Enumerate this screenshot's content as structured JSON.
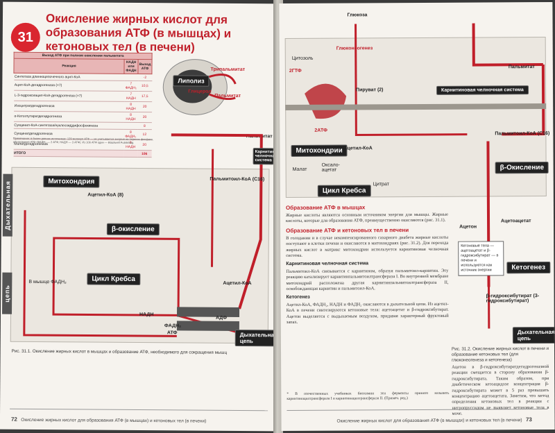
{
  "left": {
    "chapter_number": "31",
    "title": "Окисление жирных кислот для образования АТФ (в мышцах) и кетоновых тел (в печени)",
    "table": {
      "caption": "Выход АТФ при полном окислении пальмитата",
      "headers": [
        "Реакция",
        "НАДН или ФАДН",
        "Выход АТФ"
      ],
      "rows": [
        [
          "Синтетаза длинноцепочечного ацил-КоА",
          "",
          "-2"
        ],
        [
          "Ацил-КоА-дегидрогеназа (×7)",
          "7 ФАДН₂",
          "10,5"
        ],
        [
          "L-3-гидроксиацил-КоА-дегидрогеназа (×7)",
          "7 НАДН",
          "17,5"
        ],
        [
          "Изоцитратдегидрогеназа",
          "8 НАДН",
          "20"
        ],
        [
          "α-Кетоглутаратдегидрогеназа",
          "8 НАДН",
          "20"
        ],
        [
          "Сукцинил-КоА-синтетаза/нуклеозиддифосфокиназа",
          "",
          "8"
        ],
        [
          "Сукцинатдегидрогеназа",
          "8 ФАДН₂",
          "12"
        ],
        [
          "Малатдегидрогеназа",
          "8 НАДН",
          "20"
        ]
      ],
      "total_label": "ИТОГО",
      "total_value": "106"
    },
    "note": "Примечание: в более ранних источниках: 129 молекул АТФ — не учитывается энергия на перенос фосфата, образования АТФ (ФАДН₂ — 2 АТФ; НАДН — 3 АТФ). Из 106 АТФ один — Blackwell Publishing.",
    "labels": {
      "lipolysis": "Липолиз",
      "triglyceride": "Трипальмитат",
      "glycerol": "Глицерол",
      "palmitate": "Пальмитат",
      "mitochondrion": "Митохондрия",
      "beta_ox": "β-окисление",
      "krebs": "Цикл Кребса",
      "acetyl_coa_8": "Ацетил-КоА (8)",
      "palmitoyl_coa": "Пальмитоил-КоА (C16)",
      "acetyl_coa": "Ацетил-КоА",
      "carnitine_shuttle": "Карнитиновая челночная система",
      "resp_chain": "Дыхательная цепь",
      "side_tab_top": "Дыхательная",
      "side_tab_bottom": "цепь",
      "adp": "АДФ",
      "atp": "АТФ",
      "nadh": "НАДН",
      "fadh2": "ФАДН₂",
      "in_muscle": "В мышце ФАДН₂"
    },
    "caption": "Рис. 31.1. Окисление жирных кислот в мышцах и образование АТФ, необходимого для сокращения мышц",
    "footer_page": "72",
    "footer_text": "Окисление жирных кислот для образования АТФ (в мышцах) и кетоновых тел (в печени)"
  },
  "right": {
    "labels": {
      "glucose": "Глюкоза",
      "gluconeogenesis": "Глюконеогенез",
      "cytosol": "Цитозоль",
      "two_atp": "2АТФ",
      "two_gtp": "2ГТФ",
      "pyruvate": "Пируват (2)",
      "palmitate": "Пальмитат",
      "carnitine_shuttle": "Карнитиновая челночная система",
      "palmitoyl_coa": "Пальмитоил-КоА (C16)",
      "mitochondria": "Митохондрии",
      "acetyl_coa": "Ацетил-КоА",
      "oxaloacetate": "Оксало-ацетат",
      "malate": "Малат",
      "citrate": "Цитрат",
      "krebs": "Цикл Кребса",
      "beta_ox": "β-Окисление",
      "acetoacetate": "Ацетоацетат",
      "acetone": "Ацетон",
      "ketogenesis": "Кетогенез",
      "bhb": "β-гидроксибутират (3-гидроксибутират)",
      "resp_chain": "Дыхательная цепь",
      "ketone_box": "Кетоновые тела — ацетоацетат и β-гидроксибутират — в печени и используются как источник энергии"
    },
    "sections": [
      {
        "head": "Образование АТФ в мышцах",
        "text": "Жирные кислоты являются основным источником энергии для мышцы. Жирные кислоты, которые для образования АТФ, преимущественно окисляются (рис. 31.1)."
      },
      {
        "head": "Образование АТФ и кетоновых тел в печени",
        "text": "В голодании и в случае некомпенсированного сахарного диабета жирные кислоты поступают в клетки печени и окисляются в митохондриях (рис. 31.2). Для перехода жирных кислот в матрикс митохондрии используется карнитиновая челночная система."
      }
    ],
    "subsections": [
      {
        "head": "Карнитиновая челночная система",
        "text": "Пальмитоил-КоА связывается с карнитином, образуя пальмитоил-карнитин. Эту реакцию катализирует карнитинпальмитоилтрансфераза I. Во внутренней мембране митохондрий расположена другая карнитинпальмитоилтрансфераза II, освобождающая карнитин и пальмитоил-КоА."
      },
      {
        "head": "Кетогенез",
        "text": "Ацетил-КоА, ФАДН₂, НАДН и ФАДН₂ окисляются в дыхательной цепи. Из ацетил-КоА в печени синтезируются кетоновые тела: ацетоацетат и β-гидроксибутират. Ацетон выделяется с выдыхаемым воздухом, придавая характерный фруктовый запах."
      }
    ],
    "right_col": "Ацетон в β-гидроксибутиратдегидрогеназной реакции смещается в сторону образования β-гидроксибутирата. Таким образом, при диабетическом кетоацидозе концентрация β-гидроксибутирата может в 5 раз превышать концентрацию ацетоацетата. Заметим, что метод определения кетоновых тел в реакции с нитропруссидом не выявляет кетоновые тела в моче.",
    "caption": "Рис. 31.2. Окисление жирных кислот в печени и образование кетоновых тел (для глюконеогенеза и кетогенеза)",
    "footnote": "* В отечественных учебниках биохимии эти ферменты принято называть карнитинацилтрансфераза I и карнитинацилтрансфераза II. (Примеч. ред.)",
    "footer_page": "73",
    "footer_text": "Окисление жирных кислот для образования АТФ (в мышцах) и кетоновых тел (в печени)"
  },
  "colors": {
    "accent": "#c01f2a",
    "dark_label": "#222222",
    "page": "#f6f3ee"
  }
}
